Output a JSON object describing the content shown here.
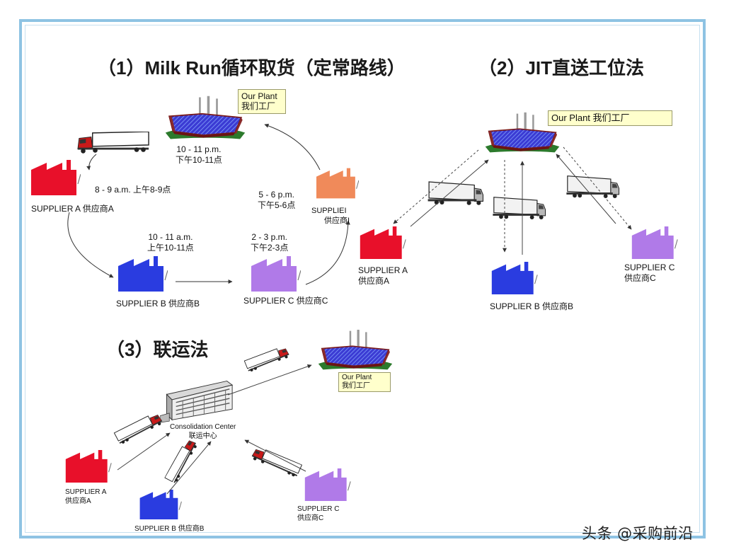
{
  "section1": {
    "title": "（1）Milk Run循环取货（定常路线）",
    "plant_label_en": "Our Plant",
    "plant_label_cn": "我们工厂",
    "times": {
      "plant": [
        "10 - 11 p.m.",
        "下午10-11点"
      ],
      "a": "8 - 9 a.m. 上午8-9点",
      "b": [
        "10 - 11 a.m.",
        "上午10-11点"
      ],
      "c": [
        "2 - 3 p.m.",
        "下午2-3点"
      ],
      "d": [
        "5 - 6 p.m.",
        "下午5-6点"
      ]
    },
    "suppliers": {
      "a": "SUPPLIER A 供应商A",
      "b": "SUPPLIER  B 供应商B",
      "c": "SUPPLIER  C 供应商C",
      "d": [
        "SUPPLIEI",
        "供应商I"
      ]
    }
  },
  "section2": {
    "title": "（2）JIT直送工位法",
    "plant_label": "Our Plant 我们工厂",
    "suppliers": {
      "a": [
        "SUPPLIER A",
        "供应商A"
      ],
      "b": "SUPPLIER  B 供应商B",
      "c": [
        "SUPPLIER  C",
        "供应商C"
      ]
    }
  },
  "section3": {
    "title": "（3）联运法",
    "plant_label_en": "Our Plant",
    "plant_label_cn": "我们工厂",
    "center": [
      "Consolidation Center",
      "联运中心"
    ],
    "suppliers": {
      "a": [
        "SUPPLIER A",
        "供应商A"
      ],
      "b": "SUPPLIER B 供应商B",
      "c": [
        "SUPPLIER C",
        "供应商C"
      ]
    }
  },
  "watermark": "头条 @采购前沿",
  "colors": {
    "frame": "#8ec3e3",
    "supplier_red": "#e8102a",
    "supplier_blue": "#2a3ce0",
    "supplier_purple": "#b07ae8",
    "supplier_orange": "#f08a5a",
    "plant_roof": "#3a3ad8",
    "label_box": "#ffffcc"
  }
}
